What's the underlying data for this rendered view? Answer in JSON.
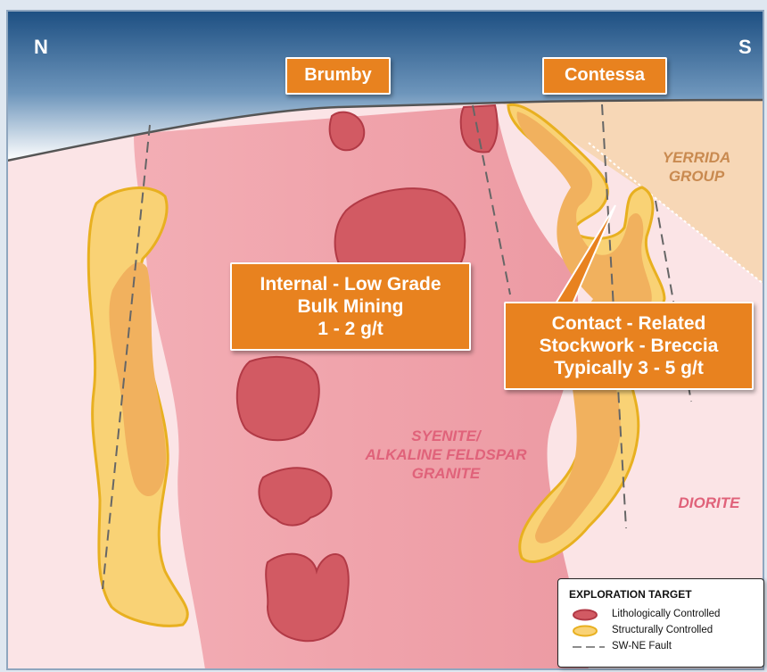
{
  "compass": {
    "north": "N",
    "south": "S"
  },
  "labels": {
    "brumby": "Brumby",
    "contessa": "Contessa",
    "internal": [
      "Internal - Low Grade",
      "Bulk Mining",
      "1 - 2 g/t"
    ],
    "contact": [
      "Contact - Related",
      "Stockwork -  Breccia",
      "Typically 3 - 5 g/t"
    ]
  },
  "rock_units": {
    "yerrida": [
      "YERRIDA",
      "GROUP"
    ],
    "syenite": [
      "SYENITE/",
      "ALKALINE FELDSPAR",
      "GRANITE"
    ],
    "diorite": [
      "DIORITE"
    ]
  },
  "legend": {
    "title": "EXPLORATION TARGET",
    "items": [
      {
        "symbol": "red-ellipse-icon",
        "label": "Lithologically Controlled"
      },
      {
        "symbol": "yellow-ellipse-icon",
        "label": "Structurally Controlled"
      },
      {
        "symbol": "dashed-line-icon",
        "label": "SW-NE Fault"
      }
    ]
  },
  "colors": {
    "sky_top": "#1d4f82",
    "sky_bottom": "#ffffff",
    "granite": "#f0a3ab",
    "country_rock": "#fbe4e6",
    "yerrida": "#f7d7b6",
    "lithological_target": "#d25a63",
    "structural_target": "#f9d275",
    "target_outline": "#e8b020",
    "label_box": "#e8821f",
    "rock_label_pink": "#e0627a",
    "rock_label_tan": "#c98a50"
  }
}
